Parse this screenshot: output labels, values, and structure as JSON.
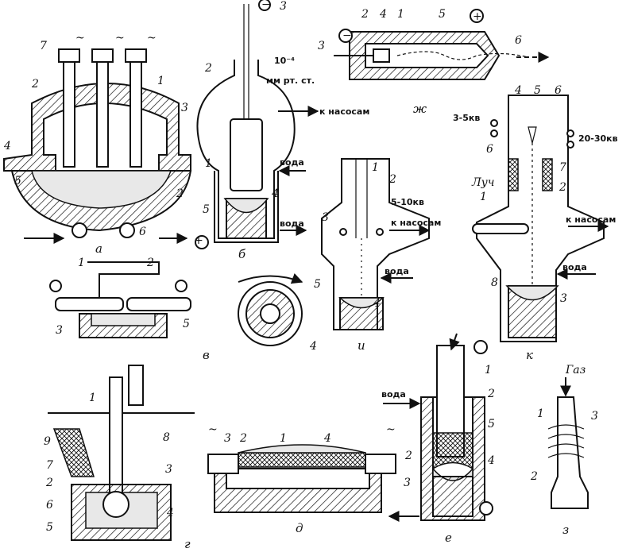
{
  "panels": {
    "a": {
      "caption": "а",
      "labels": [
        "7",
        "2",
        "3",
        "4",
        "5",
        "2",
        "6",
        "1"
      ],
      "ac_symbol": "~"
    },
    "b": {
      "caption": "б",
      "labels": [
        "2",
        "1",
        "5",
        "4",
        "3"
      ],
      "pressure": "10⁻⁴",
      "pressure_unit": "мм рт. ст.",
      "pump": "к насосам",
      "water_top": "вода",
      "water_bottom": "вода",
      "plus": "+",
      "minus": "−"
    },
    "zh": {
      "caption": "ж",
      "labels": [
        "2",
        "4",
        "1",
        "5",
        "3",
        "6"
      ],
      "plus": "+",
      "minus": "−"
    },
    "k": {
      "caption": "к",
      "labels": [
        "4",
        "5",
        "6",
        "6",
        "7",
        "1",
        "2",
        "8",
        "3"
      ],
      "voltage_left": "3-5кв",
      "voltage_right": "20-30кв",
      "beam": "Луч",
      "pump": "к насосам",
      "water": "вода"
    },
    "i": {
      "caption": "и",
      "labels": [
        "1",
        "2",
        "3",
        "5",
        "4"
      ],
      "voltage": "5-10кв",
      "pump": "к насосам",
      "water": "вода"
    },
    "v": {
      "caption": "в",
      "labels": [
        "1",
        "2",
        "3",
        "5",
        "4"
      ]
    },
    "g": {
      "caption": "г",
      "labels": [
        "1",
        "9",
        "8",
        "7",
        "3",
        "2",
        "6",
        "4",
        "5"
      ]
    },
    "d": {
      "caption": "д",
      "labels": [
        "3",
        "2",
        "1",
        "4",
        "2"
      ],
      "ac_symbol": "~"
    },
    "e": {
      "caption": "е",
      "labels": [
        "1",
        "2",
        "5",
        "4",
        "3"
      ],
      "water": "вода"
    },
    "z": {
      "caption": "з",
      "labels": [
        "1",
        "3",
        "2"
      ],
      "gas": "Газ"
    }
  }
}
